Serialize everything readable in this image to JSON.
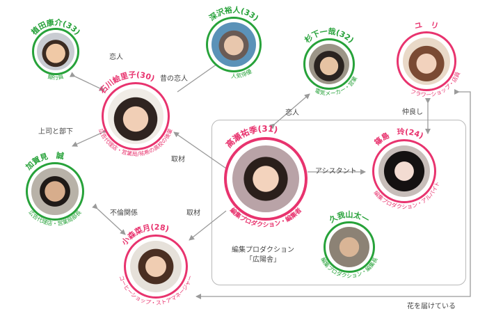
{
  "colors": {
    "pink": "#e8336e",
    "green": "#27a23a",
    "arrow": "#9a9a9a",
    "box": "#b8b8b8",
    "text": "#444444"
  },
  "people": {
    "ueda": {
      "name": "植田康介",
      "age": "(33)",
      "role": "銀行員"
    },
    "fukazawa": {
      "name": "深沢裕人",
      "age": "(33)",
      "role": "人気俳優"
    },
    "sugishita": {
      "name": "杉下一哉",
      "age": "(32)",
      "role": "電気メーカー・営業"
    },
    "yuri": {
      "name": "ユ　リ",
      "role": "フラワーショップ・店員"
    },
    "ishikawa": {
      "name": "石川絵里子",
      "age": "(30)",
      "role": "広告代理店・営業局/祐希の高校の後輩"
    },
    "takase": {
      "name": "高瀬祐季",
      "age": "(31)",
      "role": "編集プロダクション・編集者"
    },
    "shinohara": {
      "name": "篠島　玲",
      "age": "(24)",
      "role": "編集プロダクション・アルバイト"
    },
    "kaga": {
      "name": "加賀見　誠",
      "role": "広告代理店・営業局部長"
    },
    "kuiyama": {
      "name": "久我山太一",
      "role": "編集プロダクション・編集長"
    },
    "komori": {
      "name": "小森菜月",
      "age": "(28)",
      "role": "コーヒーショップ・ストアマネージャー"
    }
  },
  "relations": {
    "koibito1": "恋人",
    "mukashi": "昔の恋人",
    "koibito2": "恋人",
    "nakayoshi": "仲良し",
    "joshi": "上司と部下",
    "shuzai1": "取材",
    "assistant": "アシスタント",
    "shuzai2": "取材",
    "furin": "不倫関係",
    "hana": "花を届けている"
  },
  "box": {
    "line1": "編集プロダクション",
    "line2": "「広陽舎」"
  }
}
